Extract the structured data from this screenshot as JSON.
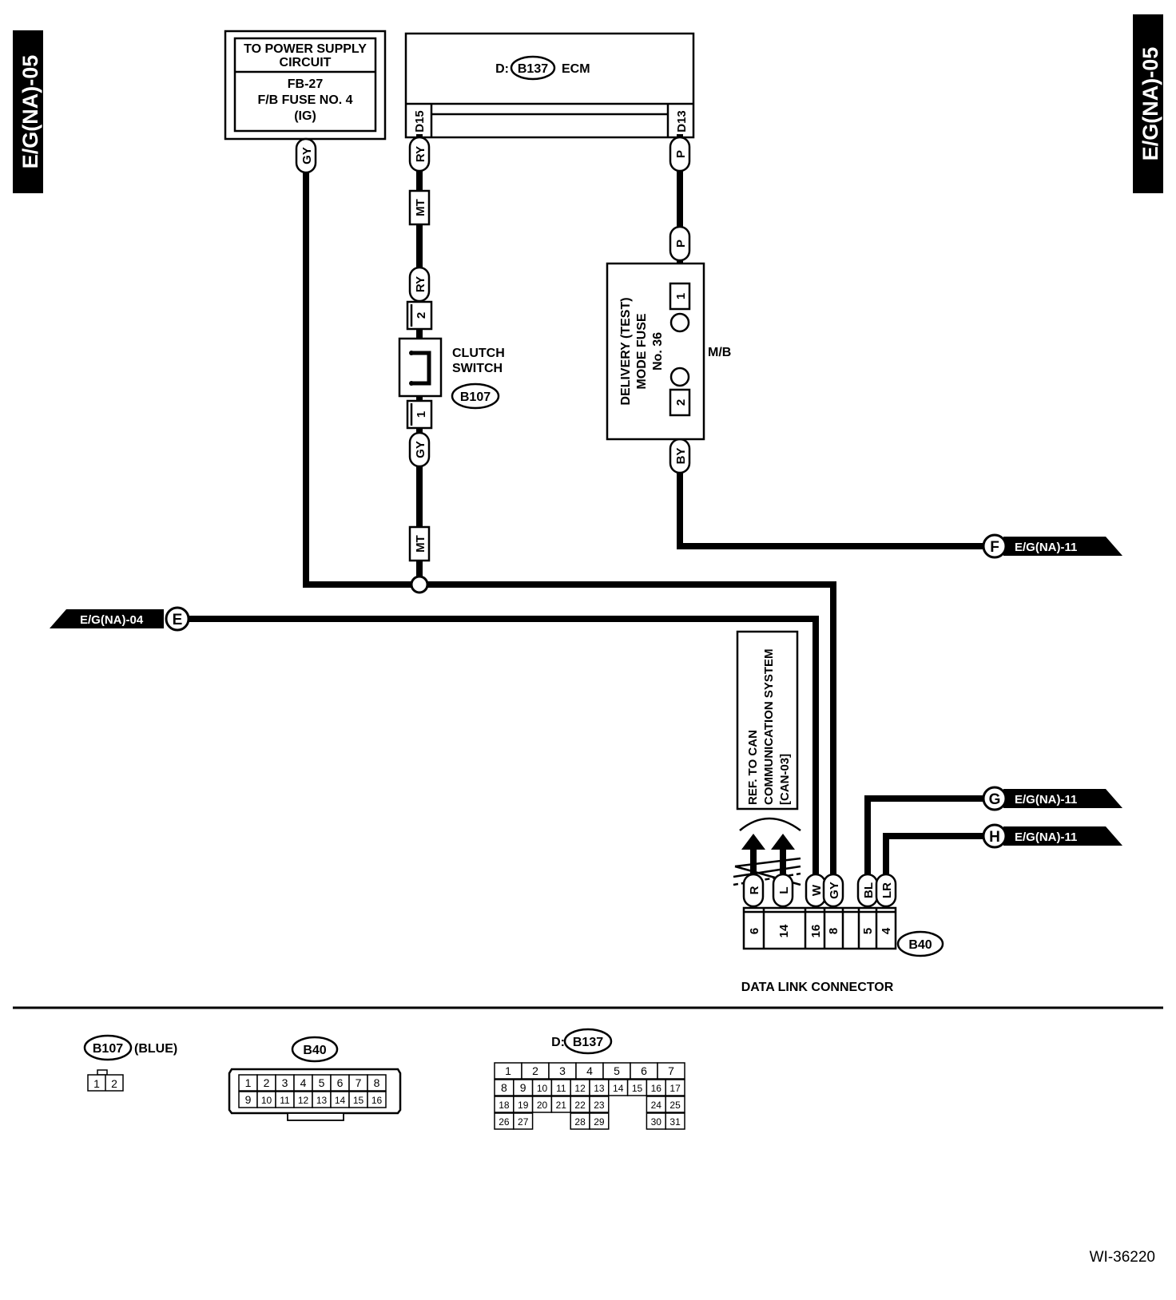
{
  "page_tag": "E/G(NA)-05",
  "figure_id": "WI-36220",
  "power_supply": {
    "title_lines": [
      "TO POWER SUPPLY",
      "CIRCUIT"
    ],
    "fuse_lines": [
      "FB-27",
      "F/B FUSE NO. 4",
      "(IG)"
    ]
  },
  "ecm": {
    "prefix": "D:",
    "connector": "B137",
    "label": "ECM",
    "pin_left": "D15",
    "pin_right": "D13"
  },
  "clutch_switch": {
    "label_lines": [
      "CLUTCH",
      "SWITCH"
    ],
    "connector": "B107",
    "pin_top": "2",
    "pin_bottom": "1"
  },
  "mb_fuse": {
    "label_lines": [
      "DELIVERY (TEST)",
      "MODE FUSE",
      "No. 36"
    ],
    "mb_label": "M/B",
    "pin_top": "1",
    "pin_bottom": "2"
  },
  "wire_tags": {
    "gy_power": "GY",
    "ry_top": "RY",
    "mt_top": "MT",
    "ry_switch": "RY",
    "gy_switch": "GY",
    "mt_bottom": "MT",
    "p_top": "P",
    "p_fuse": "P",
    "by": "BY"
  },
  "offpage": {
    "e": {
      "letter": "E",
      "label": "E/G(NA)-04"
    },
    "f": {
      "letter": "F",
      "label": "E/G(NA)-11"
    },
    "g": {
      "letter": "G",
      "label": "E/G(NA)-11"
    },
    "h": {
      "letter": "H",
      "label": "E/G(NA)-11"
    }
  },
  "can_ref_lines": [
    "REF. TO CAN",
    "COMMUNICATION SYSTEM",
    "[CAN-03]"
  ],
  "dlc": {
    "connector": "B40",
    "label": "DATA LINK CONNECTOR",
    "pins": [
      {
        "color": "R",
        "pin": "6"
      },
      {
        "color": "L",
        "pin": "14"
      },
      {
        "color": "W",
        "pin": "16"
      },
      {
        "color": "GY",
        "pin": "8"
      },
      {
        "color": "BL",
        "pin": "5"
      },
      {
        "color": "LR",
        "pin": "4"
      }
    ]
  },
  "legend": {
    "b107": {
      "connector": "B107",
      "note": "(BLUE)",
      "pins": [
        "1",
        "2"
      ]
    },
    "b40": {
      "connector": "B40",
      "rows": [
        [
          "1",
          "2",
          "3",
          "4",
          "5",
          "6",
          "7",
          "8"
        ],
        [
          "9",
          "10",
          "11",
          "12",
          "13",
          "14",
          "15",
          "16"
        ]
      ]
    },
    "b137": {
      "prefix": "D:",
      "connector": "B137",
      "row1": [
        "1",
        "2",
        "3",
        "4",
        "5",
        "6",
        "7"
      ],
      "row2": [
        "8",
        "9",
        "10",
        "11",
        "12",
        "13",
        "14",
        "15",
        "16",
        "17"
      ],
      "row3_left": [
        "18",
        "19",
        "20",
        "21",
        "22",
        "23"
      ],
      "row3_right": [
        "24",
        "25"
      ],
      "row4_left": [
        "26",
        "27"
      ],
      "row4_mid": [
        "28",
        "29"
      ],
      "row4_right": [
        "30",
        "31"
      ]
    }
  }
}
